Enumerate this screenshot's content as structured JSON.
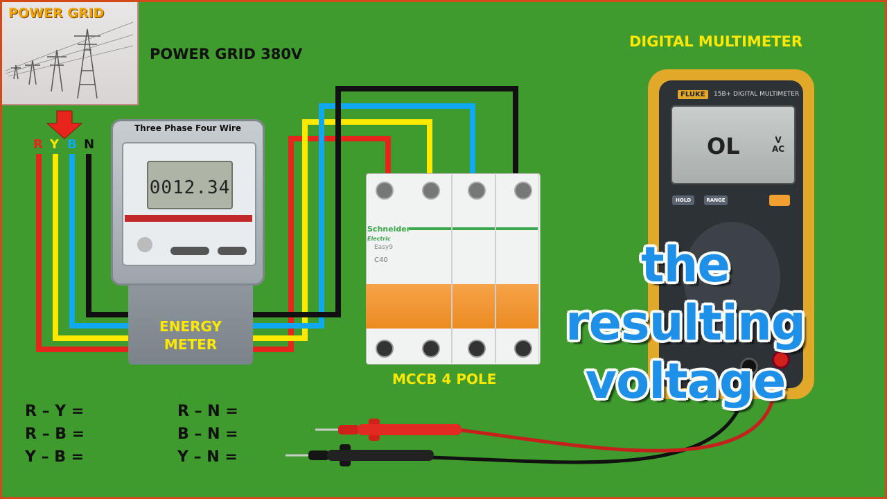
{
  "power_grid": {
    "thumbnail_title": "POWER GRID",
    "heading": "POWER GRID 380V"
  },
  "phases": [
    {
      "name": "R",
      "color": "#e8251c"
    },
    {
      "name": "Y",
      "color": "#ffe800"
    },
    {
      "name": "B",
      "color": "#10a8f0"
    },
    {
      "name": "N",
      "color": "#111111"
    }
  ],
  "energy_meter": {
    "title": "Three Phase Four Wire",
    "reading": "0012.34",
    "label_line1": "ENERGY",
    "label_line2": "METER"
  },
  "mccb": {
    "brand": "Schneider",
    "brand_sub": "Electric",
    "model": "Easy9",
    "rating": "C40",
    "label": "MCCB 4 POLE"
  },
  "multimeter": {
    "title": "DIGITAL MULTIMETER",
    "brand": "FLUKE",
    "model": "15B+ DIGITAL MULTIMETER",
    "reading": "OL",
    "unit_top": "V",
    "unit_bottom": "AC",
    "hold_label": "HOLD",
    "range_label": "RANGE"
  },
  "headline": {
    "line1": "the resulting",
    "line2": "voltage"
  },
  "measurements_left": [
    "R – Y =",
    "R – B =",
    "Y – B ="
  ],
  "measurements_right": [
    "R – N =",
    "B – N =",
    "Y – N ="
  ],
  "colors": {
    "background": "#3f9b2e",
    "label_yellow": "#ffe800",
    "headline_blue": "#1e90e8",
    "arrow_red": "#e8251c"
  }
}
